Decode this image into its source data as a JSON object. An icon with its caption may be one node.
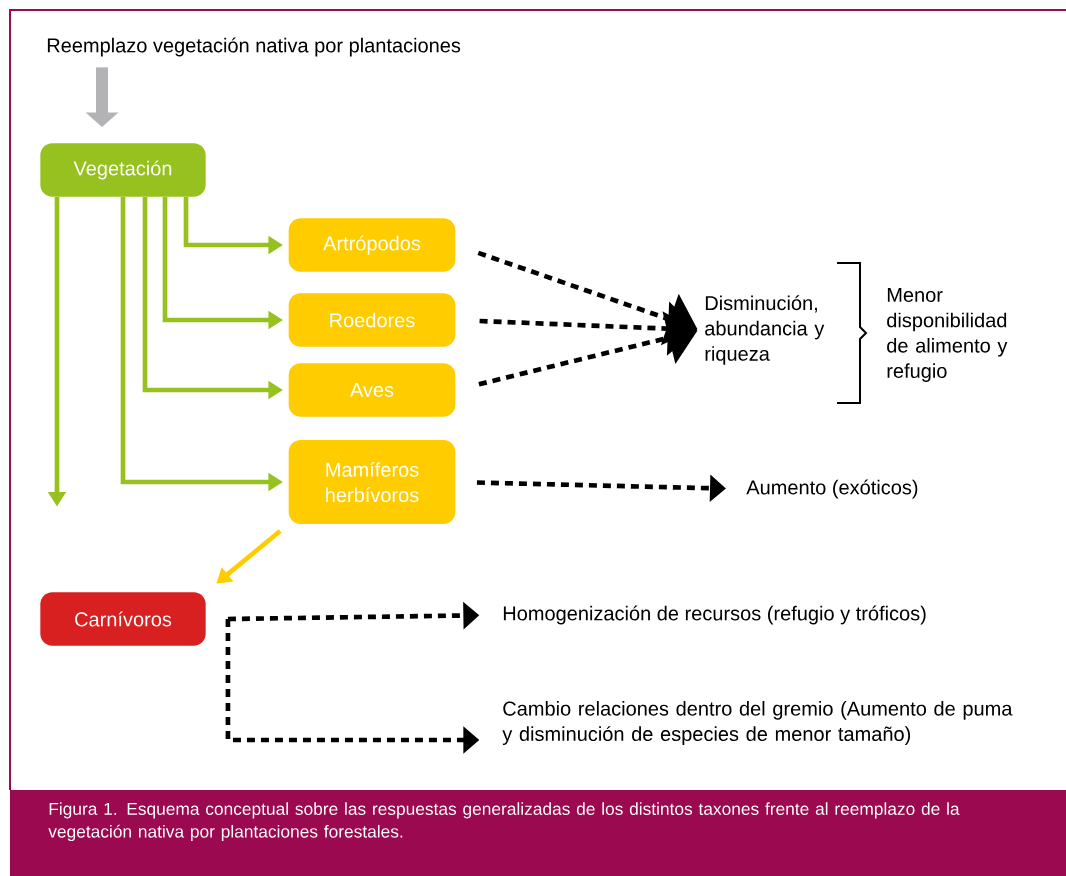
{
  "diagram": {
    "caption": "Figura 1. Esquema conceptual sobre las respuestas generalizadas de los distintos taxones frente al reemplazo de la vegetación nativa por plantaciones forestales.",
    "nodes": [
      {
        "text": [
          "Reemplazo vegetación nativa por plantaciones"
        ]
      },
      {
        "text": [
          "Vegetación"
        ]
      },
      {
        "text": [
          "Artrópodos"
        ]
      },
      {
        "text": [
          "Roedores"
        ]
      },
      {
        "text": [
          "Aves"
        ]
      },
      {
        "text": [
          "Mamíferos herbívoros"
        ]
      },
      {
        "text": [
          "Disminución, abundancia y riqueza"
        ]
      },
      {
        "text": [
          "Aumento (exóticos)"
        ]
      },
      {
        "text": [
          "Carnívoros"
        ]
      },
      {
        "text": [
          "Homogenización de recursos (refugio y tróficos)"
        ]
      },
      {
        "text": [
          "Cambio relaciones dentro del gremio (Aumento de puma y disminución de especies de menor tamaño)"
        ]
      }
    ],
    "edges": [
      {
        "from": 0,
        "to": 1,
        "arrow": "to",
        "style": "thick",
        "color": "#b3b3b5"
      },
      {
        "from": 1,
        "to": 2,
        "arrow": "to",
        "color": "#96c11f"
      },
      {
        "from": 1,
        "to": 3,
        "arrow": "to",
        "color": "#96c11f"
      },
      {
        "from": 1,
        "to": 4,
        "arrow": "to",
        "color": "#96c11f"
      },
      {
        "from": 1,
        "to": 5,
        "arrow": "to",
        "color": "#96c11f"
      },
      {
        "from": 1,
        "to": null,
        "arrow": "to",
        "color": "#96c11f"
      },
      {
        "from": 5,
        "to": 8,
        "arrow": "to",
        "color": "#ffcc00"
      },
      {
        "from": 2,
        "to": 6,
        "arrow": "to",
        "style": "dashed"
      },
      {
        "from": 3,
        "to": 6,
        "arrow": "to",
        "style": "dashed"
      },
      {
        "from": 4,
        "to": 6,
        "arrow": "to",
        "style": "dashed"
      },
      {
        "from": 5,
        "to": 7,
        "arrow": "to",
        "style": "dashed"
      },
      {
        "from": 8,
        "to": 9,
        "arrow": "to",
        "style": "dashed"
      },
      {
        "from": 8,
        "to": 10,
        "arrow": "to",
        "style": "dashed"
      }
    ],
    "labels": [
      "Menor disponibilidad de alimento y refugio"
    ]
  }
}
